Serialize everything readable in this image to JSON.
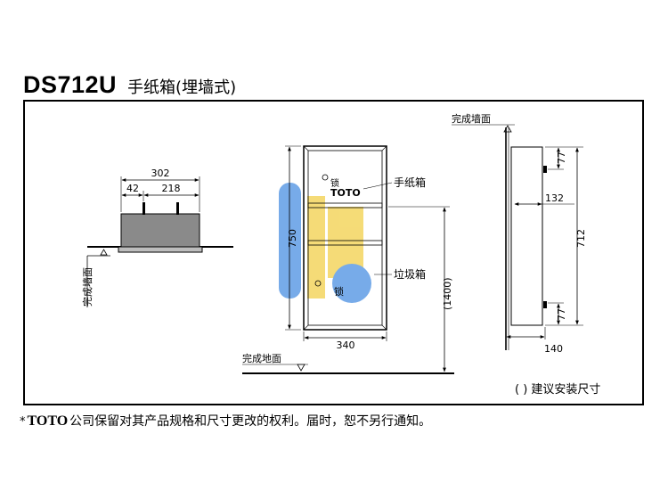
{
  "header": {
    "model": "DS712U",
    "subtitle": "手纸箱(埋墙式)"
  },
  "left_view": {
    "dim_total": "302",
    "dim_left": "42",
    "dim_right": "218",
    "wall_label": "完成墙面"
  },
  "front_view": {
    "height_dim": "750",
    "width_dim": "340",
    "install_height": "(1400)",
    "lock_top": "锁",
    "lock_bottom": "锁",
    "brand_plate": "TOTO",
    "paper_box_label": "手纸箱",
    "waste_box_label": "垃圾箱",
    "floor_label": "完成地面"
  },
  "side_view": {
    "wall_label": "完成墙面",
    "dim_top": "77",
    "dim_depth": "132",
    "dim_height": "712",
    "dim_bottom": "77",
    "dim_base": "140"
  },
  "legend": "( ) 建议安装尺寸",
  "footer": {
    "star": "*",
    "brand": "TOTO",
    "notice": "公司保留对其产品规格和尺寸更改的权利。届时，恕不另行通知。"
  },
  "colors": {
    "watermark_blue": "#4a90e2",
    "watermark_yellow": "#f2d04a",
    "box_gray": "#8a8a8a"
  }
}
